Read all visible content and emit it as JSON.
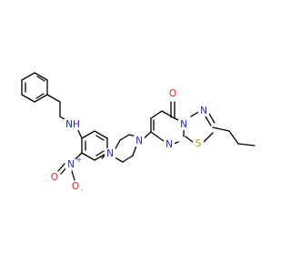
{
  "colors": {
    "carbon_bond": "#000000",
    "nitrogen": "#2323e0",
    "oxygen": "#e62020",
    "sulfur": "#b6a300"
  },
  "atoms": {
    "carbonyl_o": {
      "label": "O",
      "color": "oxygen"
    },
    "ring_n_fused": {
      "label": "N",
      "color": "nitrogen"
    },
    "thiadiazole_n": {
      "label": "N",
      "color": "nitrogen"
    },
    "pyrimidine_n": {
      "label": "N",
      "color": "nitrogen"
    },
    "thiadiazole_s": {
      "label": "S",
      "color": "sulfur"
    },
    "piperazine_n1": {
      "label": "N",
      "color": "nitrogen"
    },
    "piperazine_n2": {
      "label": "N",
      "color": "nitrogen"
    },
    "amine_nh": {
      "label": "NH",
      "color": "nitrogen"
    },
    "nitro_n": {
      "label": "N",
      "charge": "+",
      "color": "nitrogen"
    },
    "nitro_o_double": {
      "label": "O",
      "color": "oxygen"
    },
    "nitro_o_single": {
      "label": "O",
      "charge": "-",
      "color": "oxygen"
    }
  }
}
